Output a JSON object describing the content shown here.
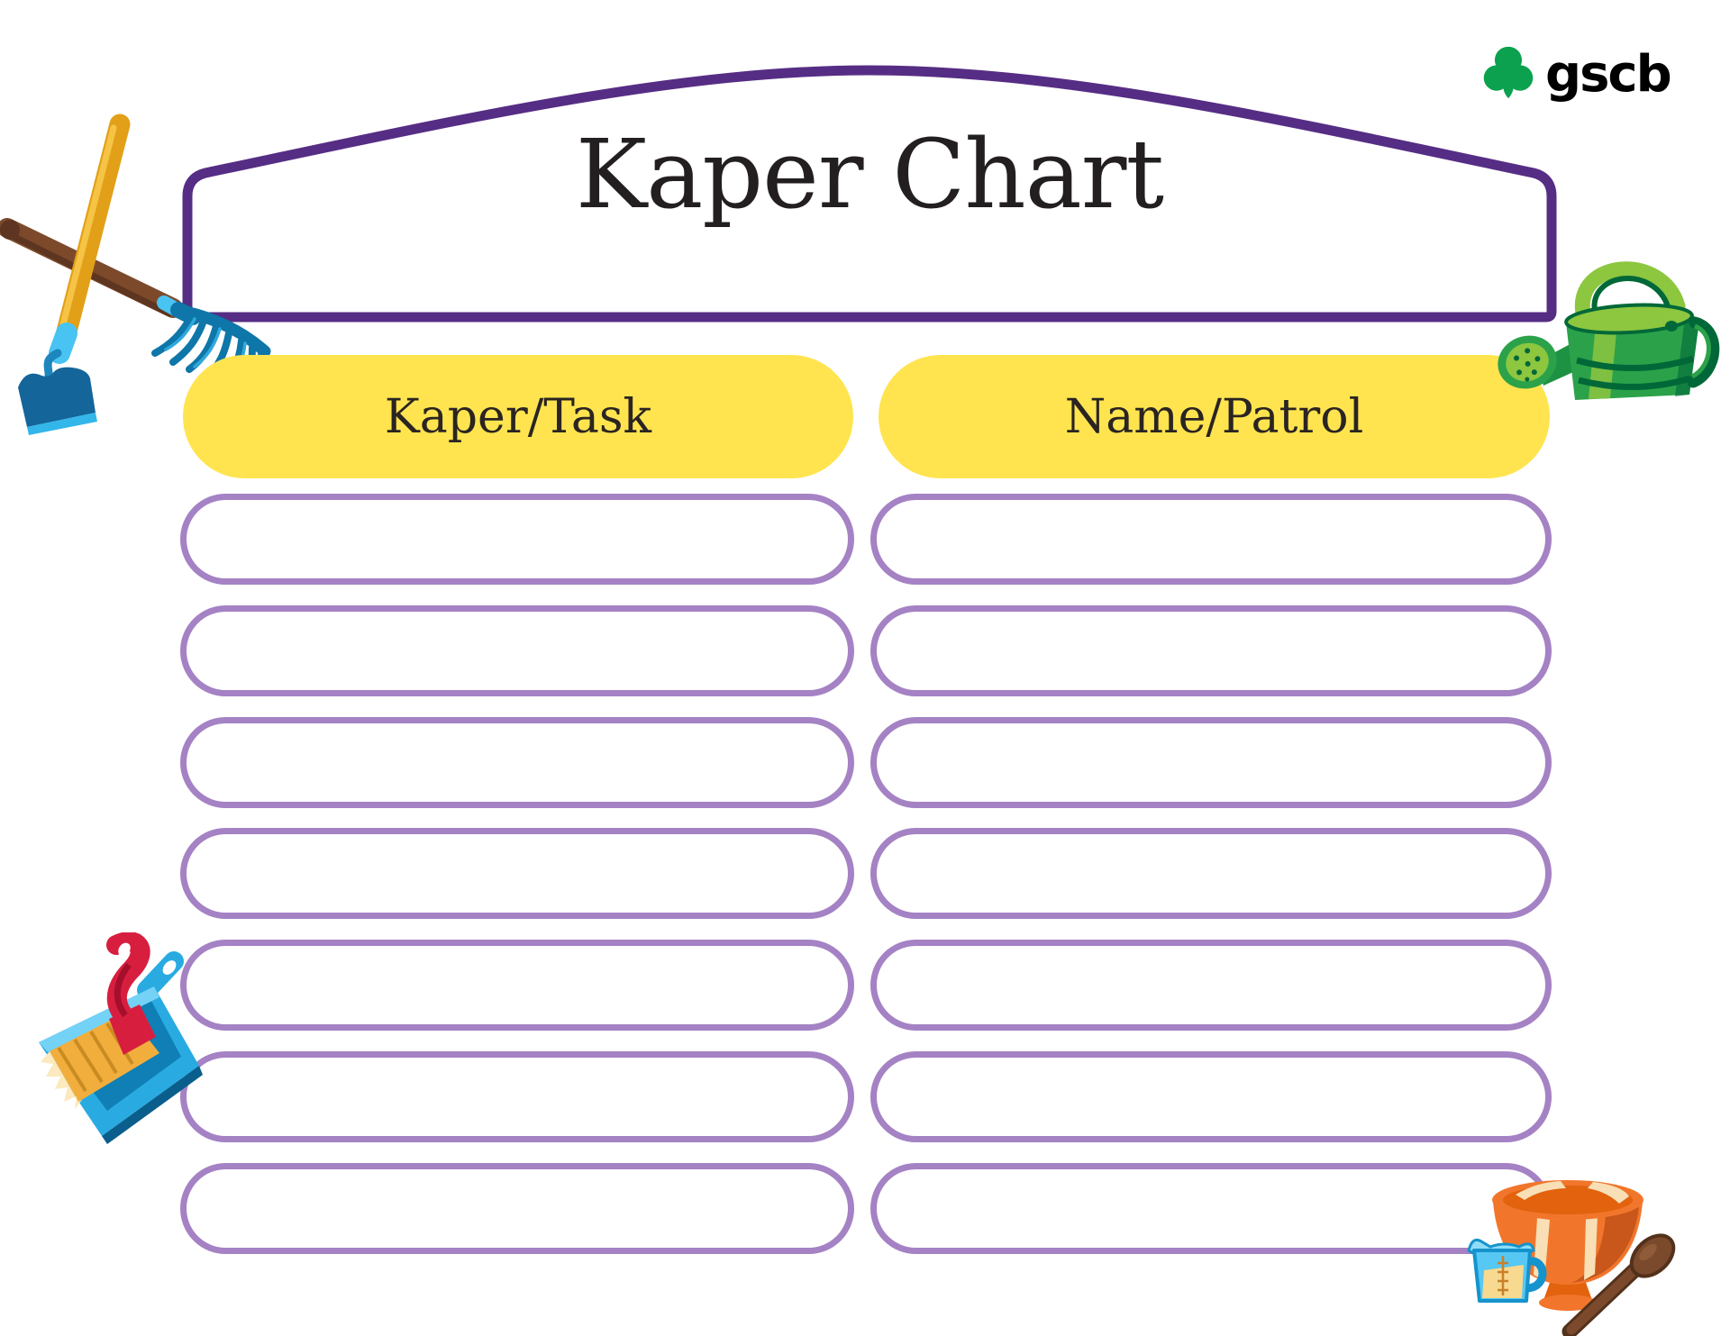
{
  "banner": {
    "title": "Kaper Chart",
    "border_color": "#562D84",
    "text_color": "#231F20"
  },
  "logo": {
    "wordmark": "gscb",
    "trefoil_color": "#0BA14E",
    "text_color": "#000000"
  },
  "columns": {
    "left_header": "Kaper/Task",
    "right_header": "Name/Patrol",
    "header_background": "#FFE44F",
    "header_text_color": "#2A2422"
  },
  "rows": {
    "count": 7,
    "outline_color": "#A482C4",
    "cells": [
      {
        "task": "",
        "name": ""
      },
      {
        "task": "",
        "name": ""
      },
      {
        "task": "",
        "name": ""
      },
      {
        "task": "",
        "name": ""
      },
      {
        "task": "",
        "name": ""
      },
      {
        "task": "",
        "name": ""
      },
      {
        "task": "",
        "name": ""
      }
    ]
  },
  "decorations": {
    "top_left": "garden-tools (hoe and rake)",
    "top_right": "watering-can",
    "bottom_left": "dustpan-and-brush",
    "bottom_right": "mixing-bowl-measuring-cup-spoon",
    "colors": {
      "hoe_handle": "#E2A019",
      "rake_handle": "#7C4A2B",
      "tool_blue": "#14659A",
      "tool_light_blue": "#33B6EA",
      "can_green": "#2BA24A",
      "can_light_green": "#8DC63F",
      "can_dark_green": "#006838",
      "dustpan_blue": "#29ABE2",
      "brush_red": "#D81E3F",
      "bristle_gold": "#F2AE3C",
      "bowl_orange": "#F1762B",
      "spoon_brown": "#7B4A2D"
    }
  },
  "theme": {
    "purple": "#562D84",
    "lavender": "#A482C4",
    "yellow": "#FFE44F",
    "ink": "#231F20",
    "green": "#0BA14E"
  }
}
